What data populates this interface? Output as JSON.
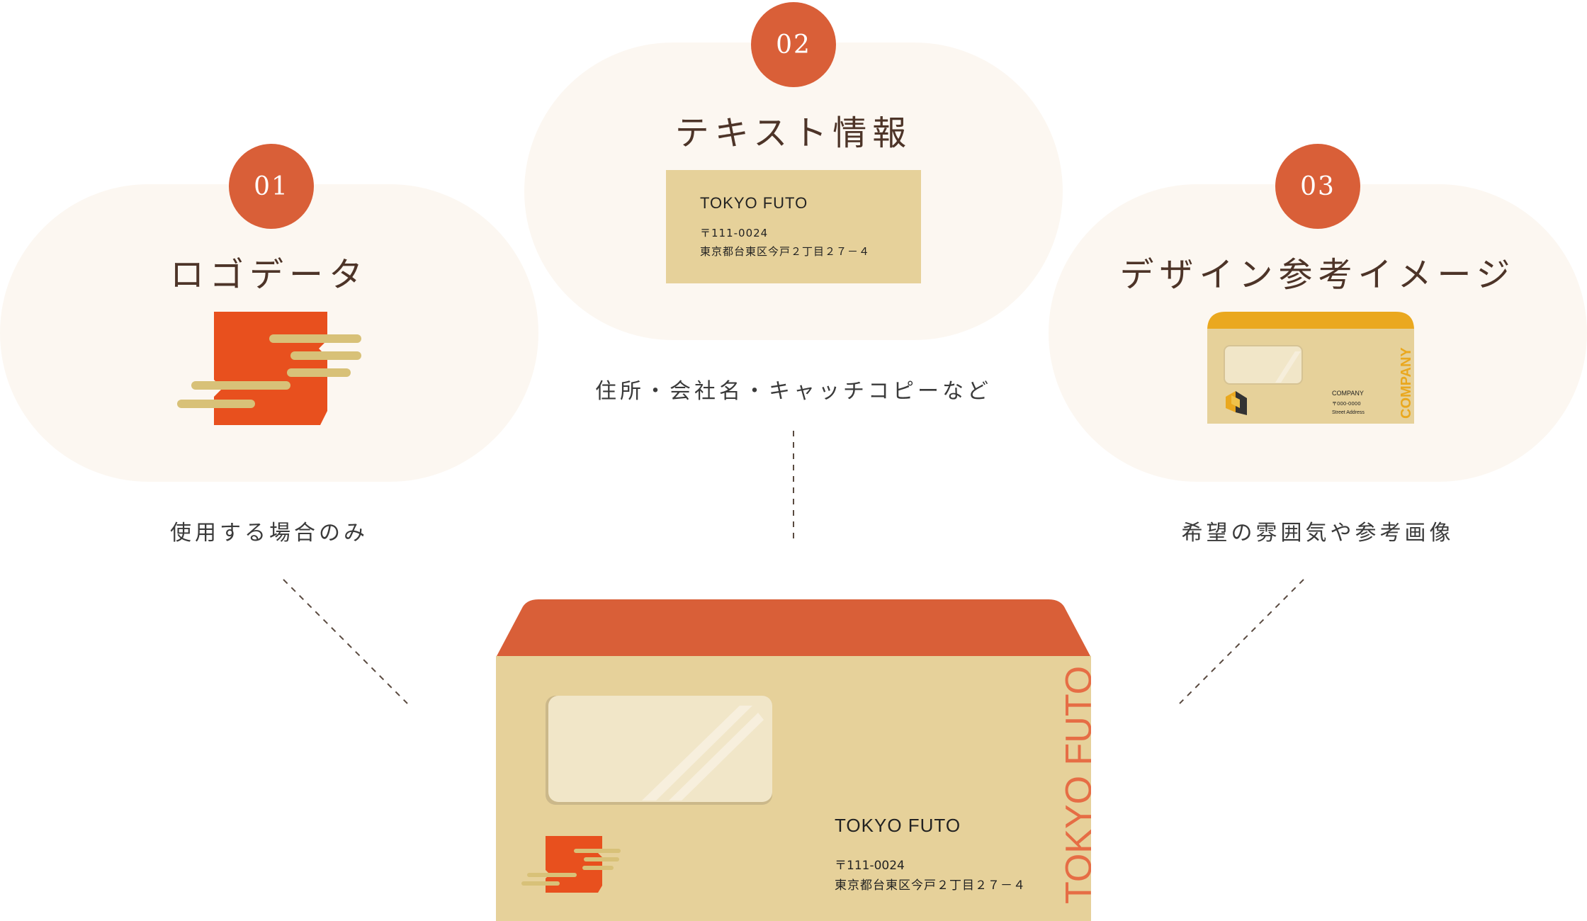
{
  "steps": [
    {
      "number": "01",
      "title": "ロゴデータ",
      "caption": "使用する場合のみ"
    },
    {
      "number": "02",
      "title": "テキスト情報",
      "caption": "住所・会社名・キャッチコピーなど"
    },
    {
      "number": "03",
      "title": "デザイン参考イメージ",
      "caption": "希望の雰囲気や参考画像"
    }
  ],
  "text_card": {
    "company": "TOKYO FUTO",
    "zip": "〒111-0024",
    "address": "東京都台東区今戸２丁目２７－４"
  },
  "sample_envelope": {
    "company": "COMPANY",
    "zip": "〒000-0000",
    "address": "Street Address",
    "vertical_text": "COMPANY"
  },
  "envelope": {
    "company": "TOKYO FUTO",
    "zip": "〒111-0024",
    "address": "東京都台東区今戸２丁目２７－４",
    "vertical_text": "TOKYO FUTO"
  },
  "colors": {
    "accent": "#d95f38",
    "blob": "#fcf7f1",
    "kraft": "#e6d19a",
    "logo_red": "#e8501e",
    "logo_gold": "#d8c178"
  }
}
